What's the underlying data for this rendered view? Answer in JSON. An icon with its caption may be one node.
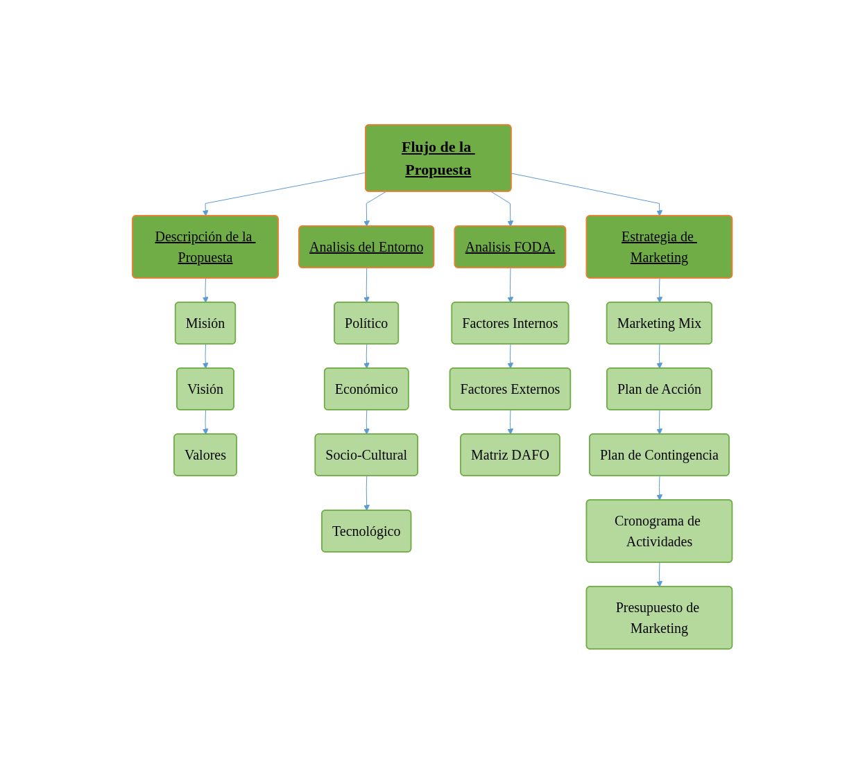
{
  "diagram": {
    "nodes": [
      {
        "text": [
          "Flujo de la Propuesta"
        ]
      },
      {
        "text": [
          "Descripción de la Propuesta"
        ]
      },
      {
        "text": [
          "Analisis del Entorno"
        ]
      },
      {
        "text": [
          "Analisis FODA."
        ]
      },
      {
        "text": [
          "Estrategia de Marketing"
        ]
      },
      {
        "text": [
          "Misión"
        ]
      },
      {
        "text": [
          "Visión"
        ]
      },
      {
        "text": [
          "Valores"
        ]
      },
      {
        "text": [
          "Político"
        ]
      },
      {
        "text": [
          "Económico"
        ]
      },
      {
        "text": [
          "Socio-Cultural"
        ]
      },
      {
        "text": [
          "Tecnológico"
        ]
      },
      {
        "text": [
          "Factores Internos"
        ]
      },
      {
        "text": [
          "Factores Externos"
        ]
      },
      {
        "text": [
          "Matriz DAFO"
        ]
      },
      {
        "text": [
          "Marketing Mix"
        ]
      },
      {
        "text": [
          "Plan de Acción"
        ]
      },
      {
        "text": [
          "Plan de Contingencia"
        ]
      },
      {
        "text": [
          "Cronograma de Actividades"
        ]
      },
      {
        "text": [
          "Presupuesto de Marketing"
        ]
      }
    ],
    "edges": [
      {
        "from": 0,
        "to": 1,
        "arrow": "to"
      },
      {
        "from": 0,
        "to": 2,
        "arrow": "to"
      },
      {
        "from": 0,
        "to": 3,
        "arrow": "to"
      },
      {
        "from": 0,
        "to": 4,
        "arrow": "to"
      },
      {
        "from": 1,
        "to": 5,
        "arrow": "to"
      },
      {
        "from": 5,
        "to": 6,
        "arrow": "to"
      },
      {
        "from": 6,
        "to": 7,
        "arrow": "to"
      },
      {
        "from": 2,
        "to": 8,
        "arrow": "to"
      },
      {
        "from": 8,
        "to": 9,
        "arrow": "to"
      },
      {
        "from": 9,
        "to": 10,
        "arrow": "to"
      },
      {
        "from": 10,
        "to": 11,
        "arrow": "to"
      },
      {
        "from": 3,
        "to": 12,
        "arrow": "to"
      },
      {
        "from": 12,
        "to": 13,
        "arrow": "to"
      },
      {
        "from": 13,
        "to": 14,
        "arrow": "to"
      },
      {
        "from": 4,
        "to": 15,
        "arrow": "to"
      },
      {
        "from": 15,
        "to": 16,
        "arrow": "to"
      },
      {
        "from": 16,
        "to": 17,
        "arrow": "to"
      },
      {
        "from": 17,
        "to": 18,
        "arrow": "to"
      },
      {
        "from": 18,
        "to": 19,
        "arrow": "to"
      }
    ]
  }
}
